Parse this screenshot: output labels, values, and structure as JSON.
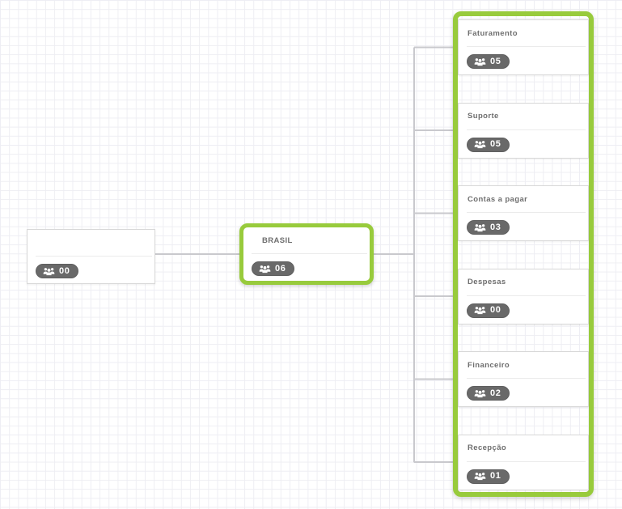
{
  "colors": {
    "selection_green": "#98cb3c",
    "connector": "#c9c9cd",
    "badge_bg": "#696969",
    "badge_border": "#5f5f5f",
    "card_border": "#d8d8d8",
    "divider": "#ebebeb",
    "title_text": "#6e6e6e",
    "grid_line": "#eeeef3"
  },
  "icons": {
    "member_badge": "users-group-icon"
  },
  "nodes": {
    "root": {
      "title": "",
      "count": "00"
    },
    "parent": {
      "title": "BRASIL",
      "count": "06"
    },
    "children": [
      {
        "title": "Faturamento",
        "count": "05"
      },
      {
        "title": "Suporte",
        "count": "05"
      },
      {
        "title": "Contas a pagar",
        "count": "03"
      },
      {
        "title": "Despesas",
        "count": "00"
      },
      {
        "title": "Financeiro",
        "count": "02"
      },
      {
        "title": "Recepção",
        "count": "01"
      }
    ]
  }
}
